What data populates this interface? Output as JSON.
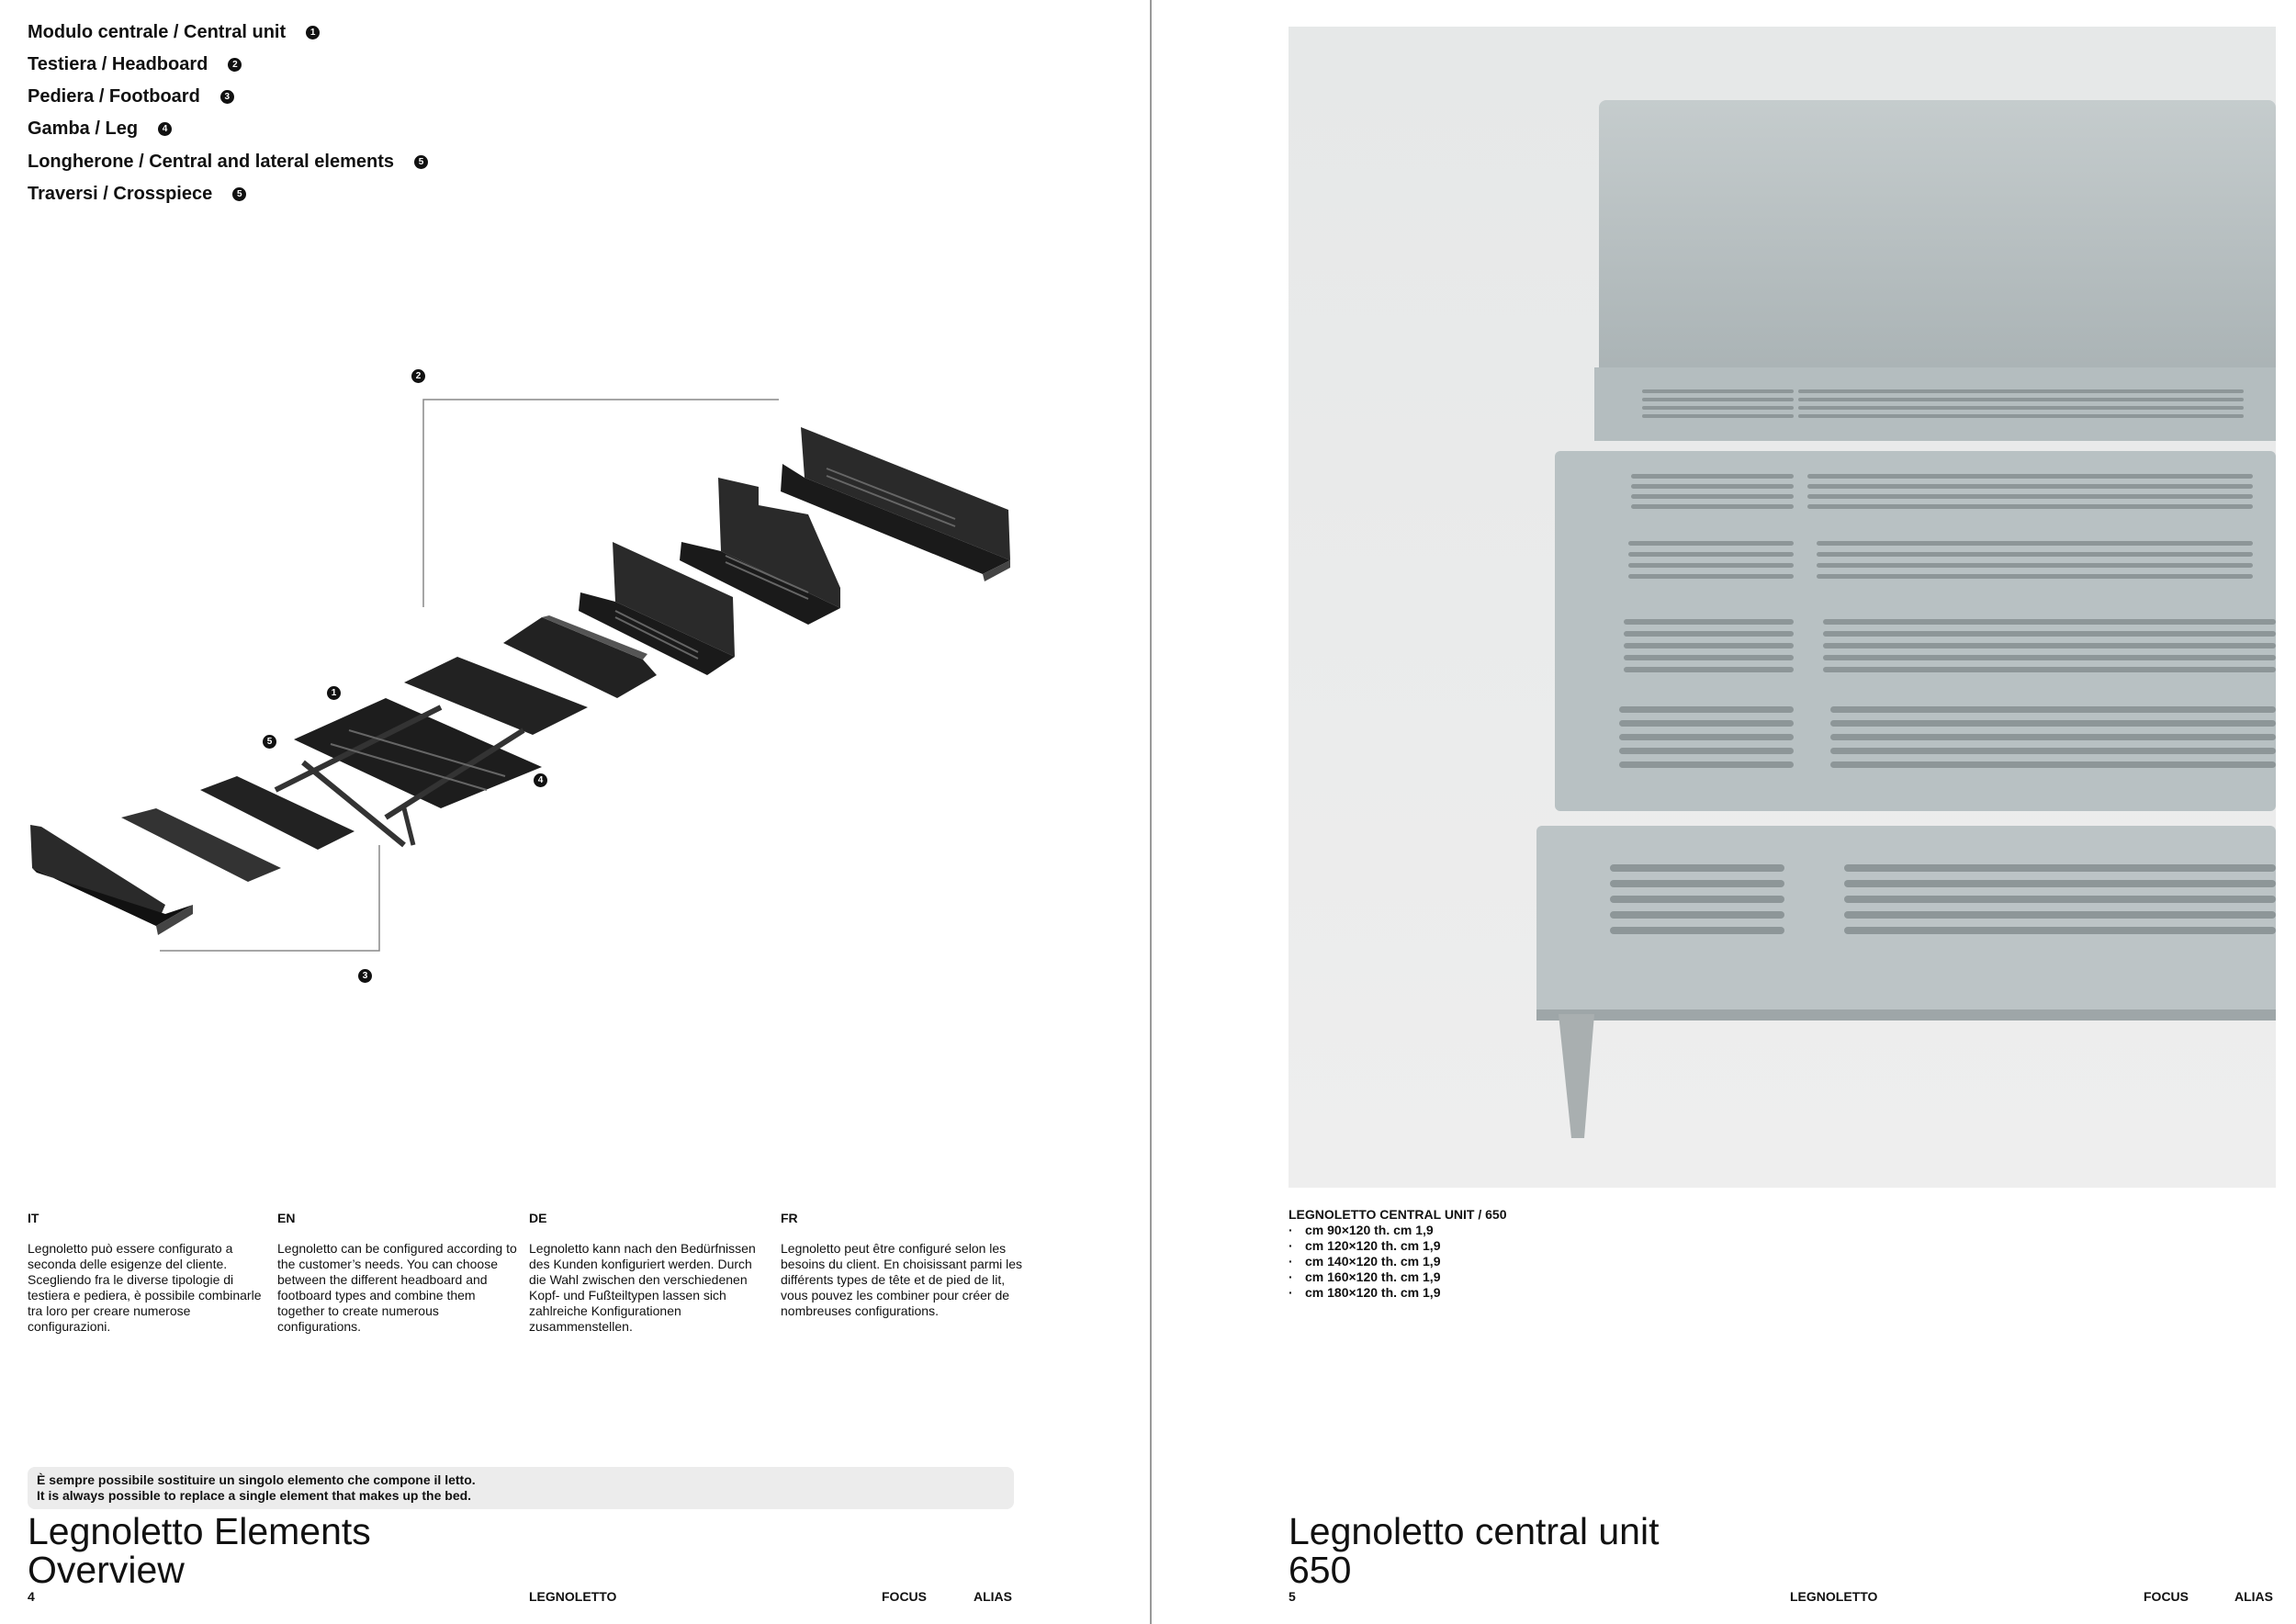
{
  "left_page": {
    "components": [
      {
        "label": "Modulo centrale / Central unit",
        "badge": "1"
      },
      {
        "label": "Testiera / Headboard",
        "badge": "2"
      },
      {
        "label": "Pediera / Footboard",
        "badge": "3"
      },
      {
        "label": "Gamba / Leg",
        "badge": "4"
      },
      {
        "label": "Longherone / Central and lateral elements",
        "badge": "5"
      },
      {
        "label": "Traversi / Crosspiece",
        "badge": "5"
      }
    ],
    "callouts": {
      "headboard": "2",
      "footboard": "3",
      "central_unit": "1",
      "lateral": "5",
      "leg": "4"
    },
    "descriptions": [
      {
        "lang": "IT",
        "text": "Legnoletto può essere configurato a seconda delle esigenze del cliente. Scegliendo fra le diverse tipologie di testiera e pediera, è possibile combinarle tra loro per creare numerose configurazioni."
      },
      {
        "lang": "EN",
        "text": "Legnoletto can be configured according to the customer’s needs. You can choose between the different headboard and footboard types and combine them together to create numerous configurations."
      },
      {
        "lang": "DE",
        "text": "Legnoletto kann nach den Bedürfnissen des Kunden konfiguriert werden. Durch die Wahl zwischen den verschiedenen Kopf- und Fußteiltypen lassen sich zahlreiche Konfigurationen zusammenstellen."
      },
      {
        "lang": "FR",
        "text": "Legnoletto peut être configuré selon les besoins du client. En choisissant parmi les différents types de tête et de pied de lit, vous pouvez les combiner pour créer de nombreuses configurations."
      }
    ],
    "note_it": "È sempre possibile sostituire un singolo elemento che compone il letto.",
    "note_en": "It is always possible to replace a single element that makes up the bed.",
    "title_line1": "Legnoletto Elements",
    "title_line2": "Overview",
    "footer": {
      "page": "4",
      "product": "LEGNOLETTO",
      "section": "FOCUS",
      "brand": "ALIAS"
    }
  },
  "right_page": {
    "spec_title": "LEGNOLETTO CENTRAL UNIT / 650",
    "specs": [
      "cm 90×120 th. cm 1,9",
      "cm 120×120 th. cm 1,9",
      "cm 140×120 th. cm 1,9",
      "cm 160×120 th. cm 1,9",
      "cm 180×120 th. cm 1,9"
    ],
    "bullet": "·",
    "title_line1": "Legnoletto central unit",
    "title_line2": "650",
    "footer": {
      "page": "5",
      "product": "LEGNOLETTO",
      "section": "FOCUS",
      "brand": "ALIAS"
    }
  },
  "colors": {
    "text": "#111111",
    "note_bg": "#ececec",
    "photo_bg": "#e9eaea",
    "panel": "#b9c2c4",
    "divider": "#9a9a9a"
  }
}
